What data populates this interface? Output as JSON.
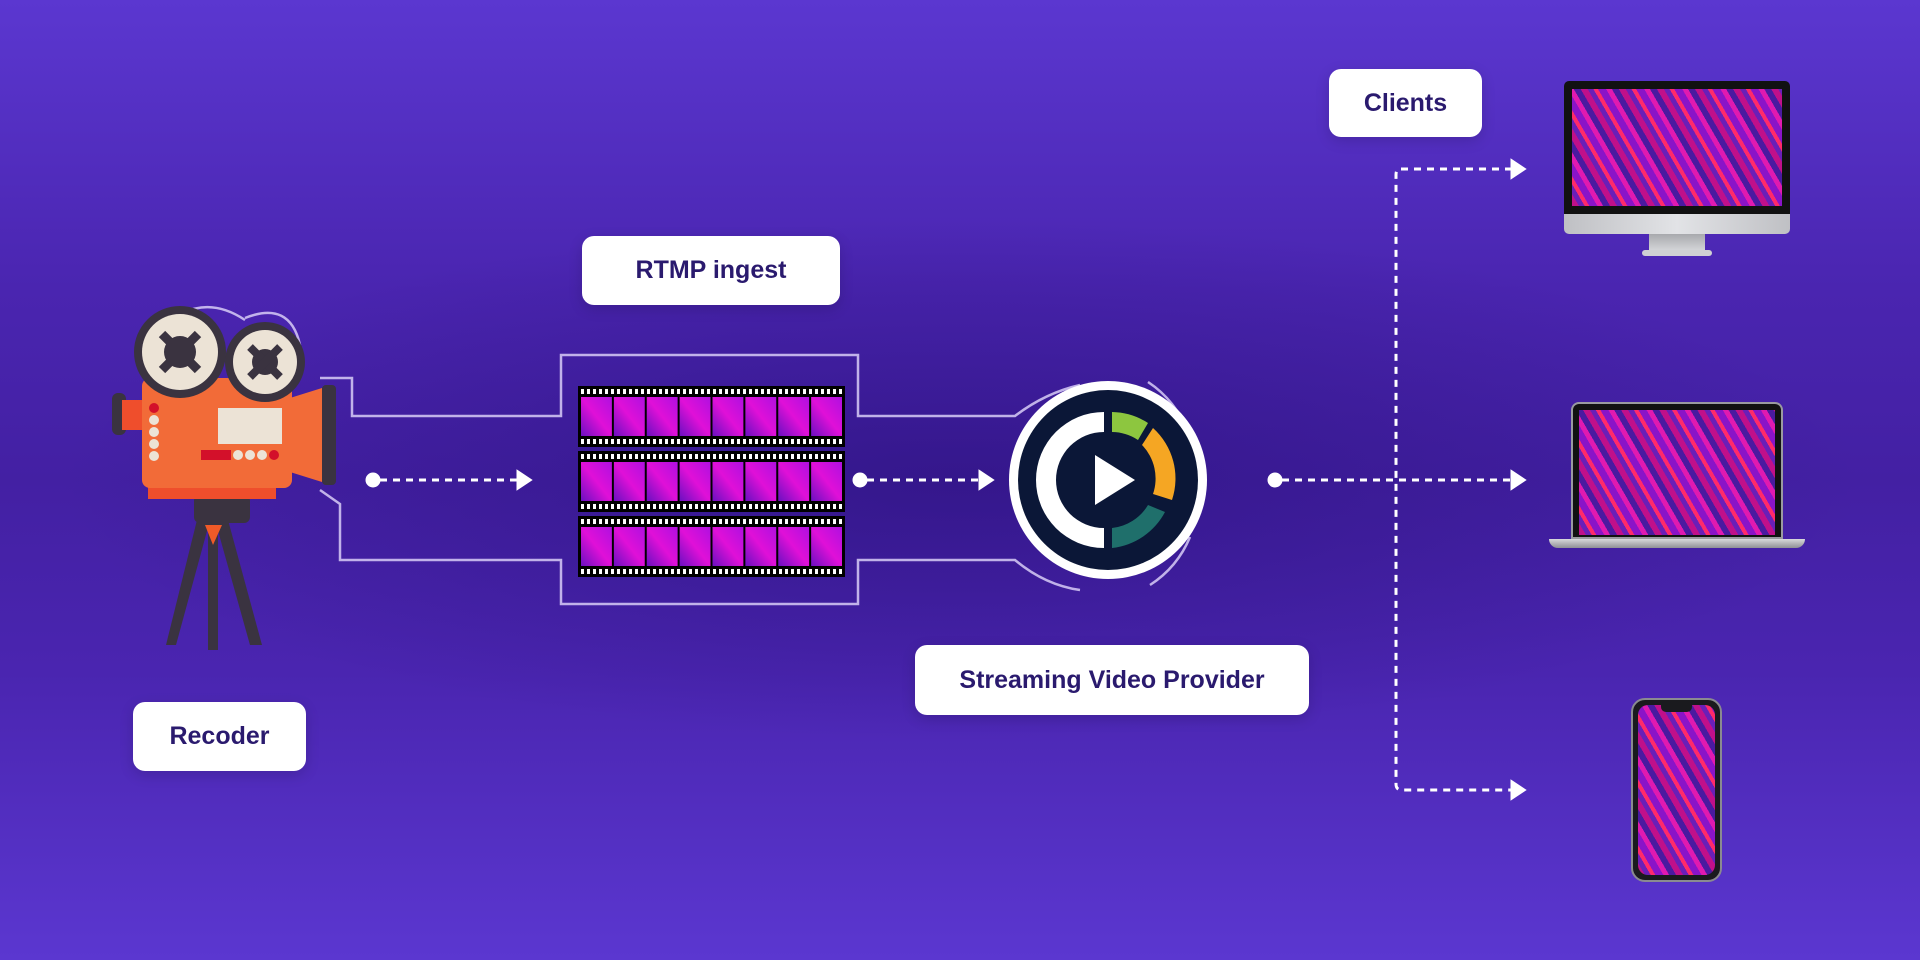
{
  "labels": {
    "clients": "Clients",
    "rtmp_ingest": "RTMP ingest",
    "provider": "Streaming Video Provider",
    "recorder": "Recoder"
  },
  "icons": [
    "video-camera-icon",
    "film-strip-icon",
    "play-logo-icon",
    "desktop-monitor-icon",
    "laptop-icon",
    "smartphone-icon"
  ],
  "colors": {
    "background": "#4a25b0",
    "label_text": "#2a1a6e",
    "camera": "#f26b38",
    "logo_bg": "#0b1737",
    "accent_green": "#8dc63f",
    "accent_orange": "#f5a623",
    "accent_teal": "#1f6f6b"
  },
  "film": {
    "strips": 3,
    "frames_per_strip": 8
  }
}
